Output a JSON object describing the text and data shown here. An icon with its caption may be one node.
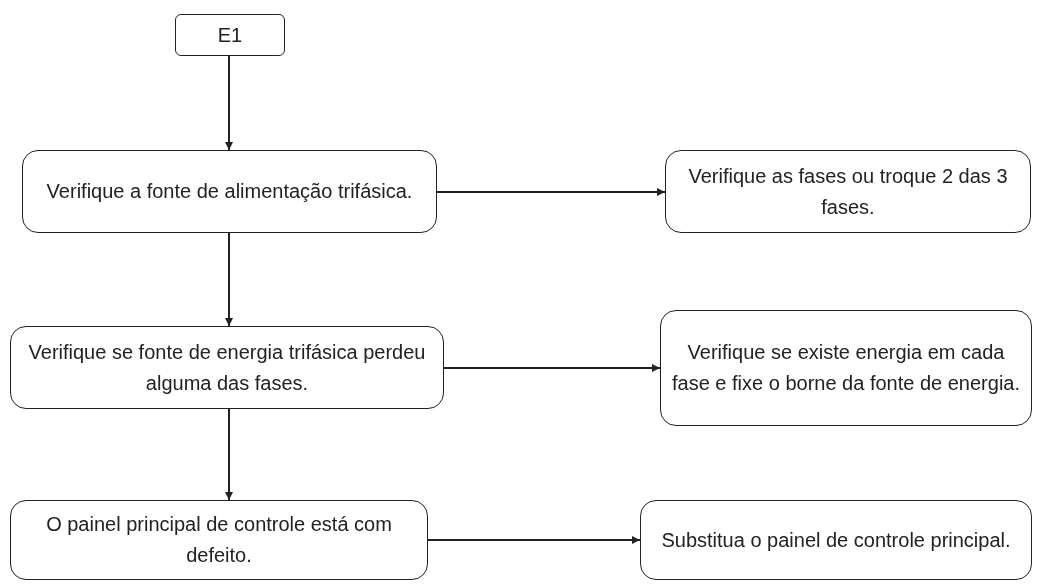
{
  "diagram": {
    "nodes": [
      {
        "text": [
          "E1"
        ]
      },
      {
        "text": [
          "Verifique a fonte de alimentação trifásica."
        ]
      },
      {
        "text": [
          "Verifique as fases ou troque 2 das 3 fases."
        ]
      },
      {
        "text": [
          "Verifique se fonte de energia trifásica perdeu alguma das fases."
        ]
      },
      {
        "text": [
          "Verifique se existe energia em cada fase e fixe o borne da fonte de energia."
        ]
      },
      {
        "text": [
          "O painel principal de controle está com defeito."
        ]
      },
      {
        "text": [
          "Substitua o painel de controle principal."
        ]
      }
    ],
    "edges": [
      {
        "from": 0,
        "to": 1,
        "arrow": "to"
      },
      {
        "from": 1,
        "to": 2,
        "arrow": "to"
      },
      {
        "from": 1,
        "to": 3,
        "arrow": "to"
      },
      {
        "from": 3,
        "to": 4,
        "arrow": "to"
      },
      {
        "from": 3,
        "to": 5,
        "arrow": "to"
      },
      {
        "from": 5,
        "to": 6,
        "arrow": "to"
      }
    ]
  }
}
